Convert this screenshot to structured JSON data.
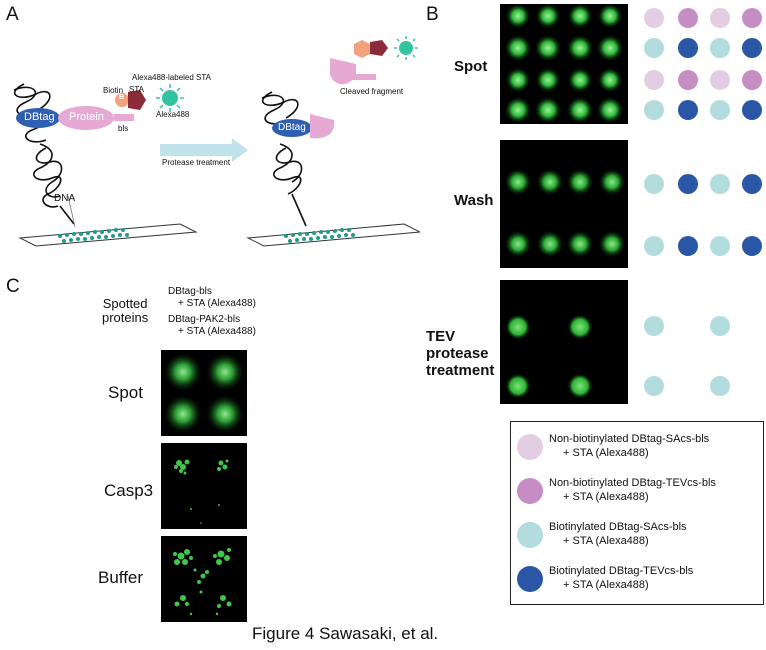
{
  "colors": {
    "non_biot_sacs": "#e3cde3",
    "non_biot_tevcs": "#c68cc4",
    "biot_sacs": "#b3dcde",
    "biot_tevcs": "#2a56a6",
    "spot_green": "#3ec74a",
    "dbtag_blue": "#2f5fb0",
    "protein_pink": "#e6a9d4",
    "dna_slide_dots": "#1f9c8a",
    "arrow": "#bfe3e8"
  },
  "panel_a": {
    "letter": "A",
    "alexa_sta_label": "Alexa488-labeled STA",
    "biotin_label": "Biotin",
    "biotin_symbol": "B",
    "sta_label": "STA",
    "bls_label": "bls",
    "alexa488_label": "Alexa488",
    "dbtag_label": "DBtag",
    "protein_label": "Protein",
    "dna_label": "DNA",
    "treatment_label": "Protease treatment",
    "dbtag_label_after": "DBtag",
    "cleaved_label": "Cleaved fragment"
  },
  "panel_b": {
    "letter": "B",
    "rows": [
      {
        "label": "Spot"
      },
      {
        "label": "Wash"
      },
      {
        "label_lines": [
          "TEV",
          "protease",
          "treatment"
        ]
      }
    ],
    "legend": [
      {
        "line1": "Non-biotinylated DBtag-SAcs-bls",
        "line2": "+ STA (Alexa488)",
        "icon": "light-pink-dot"
      },
      {
        "line1": "Non-biotinylated DBtag-TEVcs-bls",
        "line2": "+ STA (Alexa488)",
        "icon": "pink-dot"
      },
      {
        "line1": "Biotinylated DBtag-SAcs-bls",
        "line2": "+ STA (Alexa488)",
        "icon": "light-cyan-dot"
      },
      {
        "line1": "Biotinylated DBtag-TEVcs-bls",
        "line2": "+ STA (Alexa488)",
        "icon": "blue-dot"
      }
    ]
  },
  "panel_c": {
    "letter": "C",
    "spotted_lines": [
      "Spotted",
      "proteins"
    ],
    "protein1_line1": "DBtag-bls",
    "protein1_line2": "+ STA (Alexa488)",
    "protein2_line1": "DBtag-PAK2-bls",
    "protein2_line2": "+ STA (Alexa488)",
    "rows": [
      "Spot",
      "Casp3",
      "Buffer"
    ]
  },
  "caption": "Figure 4  Sawasaki, et al."
}
